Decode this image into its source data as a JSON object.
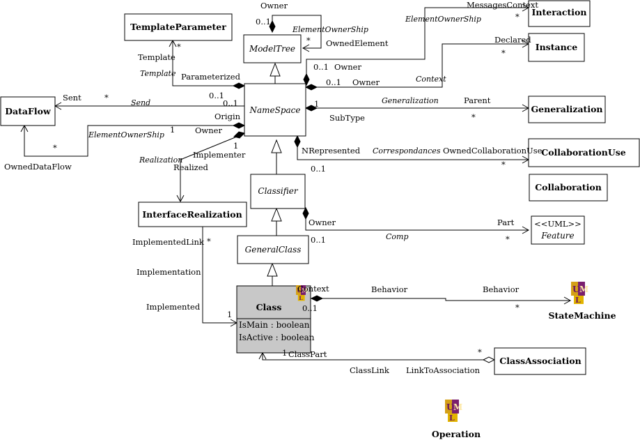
{
  "classes": {
    "interaction": "Interaction",
    "template_parameter": "TemplateParameter",
    "model_tree": "ModelTree",
    "instance": "Instance",
    "data_flow": "DataFlow",
    "name_space": "NameSpace",
    "generalization": "Generalization",
    "collaboration_use": "CollaborationUse",
    "collaboration": "Collaboration",
    "classifier": "Classifier",
    "interface_realization": "InterfaceRealization",
    "feature_stereotype": "<<UML>>",
    "feature": "Feature",
    "general_class": "GeneralClass",
    "class": "Class",
    "state_machine": "StateMachine",
    "class_association": "ClassAssociation",
    "operation": "Operation"
  },
  "class_attributes": [
    "IsMain : boolean",
    "IsActive : boolean"
  ],
  "labels": {
    "owner_top": "Owner",
    "mult_01_modeltree": "0..1",
    "element_ownership_modeltree": "ElementOwnerShip",
    "star_owned_element": "*",
    "owned_element": "OwnedElement",
    "messages_context": "MessagesContext",
    "element_ownership_interaction": "ElementOwnerShip",
    "star_interaction": "*",
    "declared": "Declared",
    "star_instance": "*",
    "star_template": "*",
    "template_role": "Template",
    "template_assoc": "Template",
    "parameterized": "Parameterized",
    "mult_01_parameterized": "0..1",
    "mult_01_owner_a": "0..1",
    "owner_a": "Owner",
    "mult_01_owner_b": "0..1",
    "owner_b": "Owner",
    "context_assoc": "Context",
    "sent": "Sent",
    "star_sent": "*",
    "send_assoc": "Send",
    "mult_01_send": "0..1",
    "origin": "Origin",
    "generalization_assoc": "Generalization",
    "parent": "Parent",
    "mult_1_subtype": "1",
    "subtype": "SubType",
    "star_generalization": "*",
    "mult_1_dataflow": "1",
    "owner_dataflow": "Owner",
    "element_ownership_dataflow": "ElementOwnerShip",
    "star_dataflow": "*",
    "owned_dataflow": "OwnedDataFlow",
    "mult_1_implementer": "1",
    "implementer": "Implementer",
    "realization_assoc": "Realization",
    "realized": "Realized",
    "nrepresented": "NRepresented",
    "correspondances_assoc": "Correspondances",
    "owned_collaboration_use": "OwnedCollaborationUse",
    "mult_01_nrepresented": "0..1",
    "star_collaboration_use": "*",
    "owner_part": "Owner",
    "mult_01_part": "0..1",
    "part": "Part",
    "comp_assoc": "Comp",
    "star_part": "*",
    "implemented_link": "ImplementedLink",
    "star_implemented_link": "*",
    "implementation_assoc": "Implementation",
    "implemented": "Implemented",
    "mult_1_implemented": "1",
    "context_behavior": "Context",
    "behavior_assoc": "Behavior",
    "behavior_role": "Behavior",
    "mult_01_behavior": "0..1",
    "star_behavior": "*",
    "mult_1_classpart": "1",
    "class_part": "ClassPart",
    "star_classassoc": "*",
    "class_link": "ClassLink",
    "link_to_association": "LinkToAssociation"
  },
  "uml_icon_colors": {
    "u": "#d4a017",
    "m": "#7a1f6e",
    "l": "#e2b400"
  }
}
